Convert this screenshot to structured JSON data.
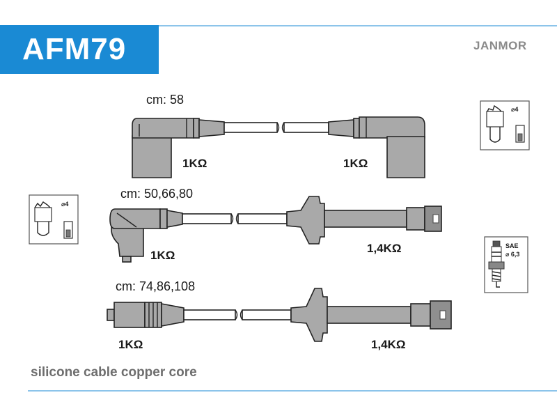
{
  "header": {
    "part_number": "AFM79",
    "brand": "JANMOR"
  },
  "cables": [
    {
      "length_label": "cm: 58",
      "resistor_left": "1KΩ",
      "resistor_right": "1KΩ"
    },
    {
      "length_label": "cm: 50,66,80",
      "resistor_left": "1KΩ",
      "resistor_right": "1,4KΩ"
    },
    {
      "length_label": "cm: 74,86,108",
      "resistor_left": "1KΩ",
      "resistor_right": "1,4KΩ"
    }
  ],
  "icons": {
    "distributor_top": {
      "name": "distributor-cap-icon",
      "label": "⌀4"
    },
    "distributor_left": {
      "name": "distributor-cap-icon",
      "label": "⌀4"
    },
    "spark_plug": {
      "name": "spark-plug-icon",
      "label_top": "SAE",
      "label_bottom": "⌀ 6,3"
    }
  },
  "footer": {
    "description": "silicone cable copper core"
  },
  "colors": {
    "accent": "#1a8ad4",
    "brand_text": "#8a8a8a",
    "part_fill": "#a9a9a9"
  }
}
